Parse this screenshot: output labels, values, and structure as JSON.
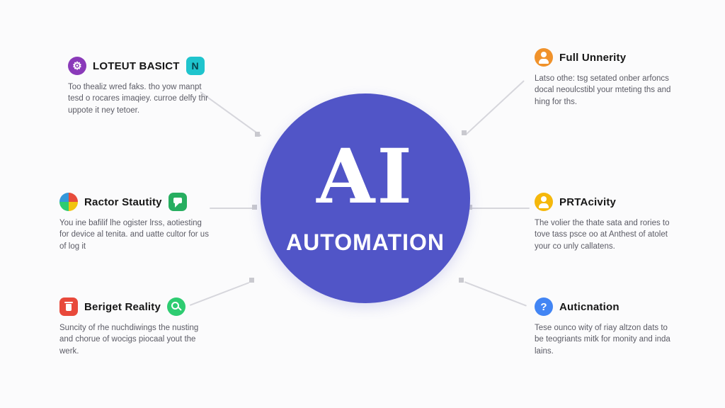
{
  "center": {
    "title": "AI",
    "subtitle": "AUTOMATION",
    "color": "#5155c7"
  },
  "colors": {
    "connector_line": "#d6d6dc",
    "connector_node": "#c9c9cf",
    "title_text": "#161616",
    "body_text": "#5c5c66",
    "background": "#fbfbfc"
  },
  "left_items": [
    {
      "title": "LOTEUT BASICT",
      "body": "Too thealiz wred faks. tho yow manpt tesd o rocares imaqiey. curroe delfy thr uppote it ney tetoer.",
      "icon1": {
        "name": "gear-icon",
        "glyph": "⚙",
        "color": "#8a3ab9"
      },
      "icon2": {
        "name": "letter-n-badge",
        "glyph": "N",
        "color": "#1fc4cd"
      }
    },
    {
      "title": "Ractor Stautity",
      "body": "You ine bafilif lhe ogister lrss, aotiesting for device al tenita. and uatte cultor for us of log it",
      "icon1": {
        "name": "color-wheel-icon",
        "glyph": "",
        "color": ""
      },
      "icon2": {
        "name": "chat-bubble-icon",
        "glyph": "",
        "color": "#27ae60"
      }
    },
    {
      "title": "Beriget Reality",
      "body": "Suncity of rhe nuchdiwings the nusting and chorue of wocigs piocaal yout the werk.",
      "icon1": {
        "name": "trash-icon",
        "glyph": "",
        "color": "#e8493b"
      },
      "icon2": {
        "name": "search-icon",
        "glyph": "",
        "color": "#2ecc71"
      }
    }
  ],
  "right_items": [
    {
      "title": "Full Unnerity",
      "body": "Latso othe: tsg setated onber arfoncs docal neoulcstibl your mteting ths and hing for ths.",
      "icon1": {
        "name": "user-icon",
        "glyph": "",
        "color": "#f0922b"
      }
    },
    {
      "title": "PRTAcivity",
      "body": "The volier the thate sata and rories to tove tass psce oo at Anthest of atolet your co unly callatens.",
      "icon1": {
        "name": "user-icon",
        "glyph": "",
        "color": "#f5b80c"
      }
    },
    {
      "title": "Auticnation",
      "body": "Tese ounco wity of riay altzon dats to be teogriants mitk for monity and inda lains.",
      "icon1": {
        "name": "question-icon",
        "glyph": "?",
        "color": "#4285f4"
      }
    }
  ]
}
